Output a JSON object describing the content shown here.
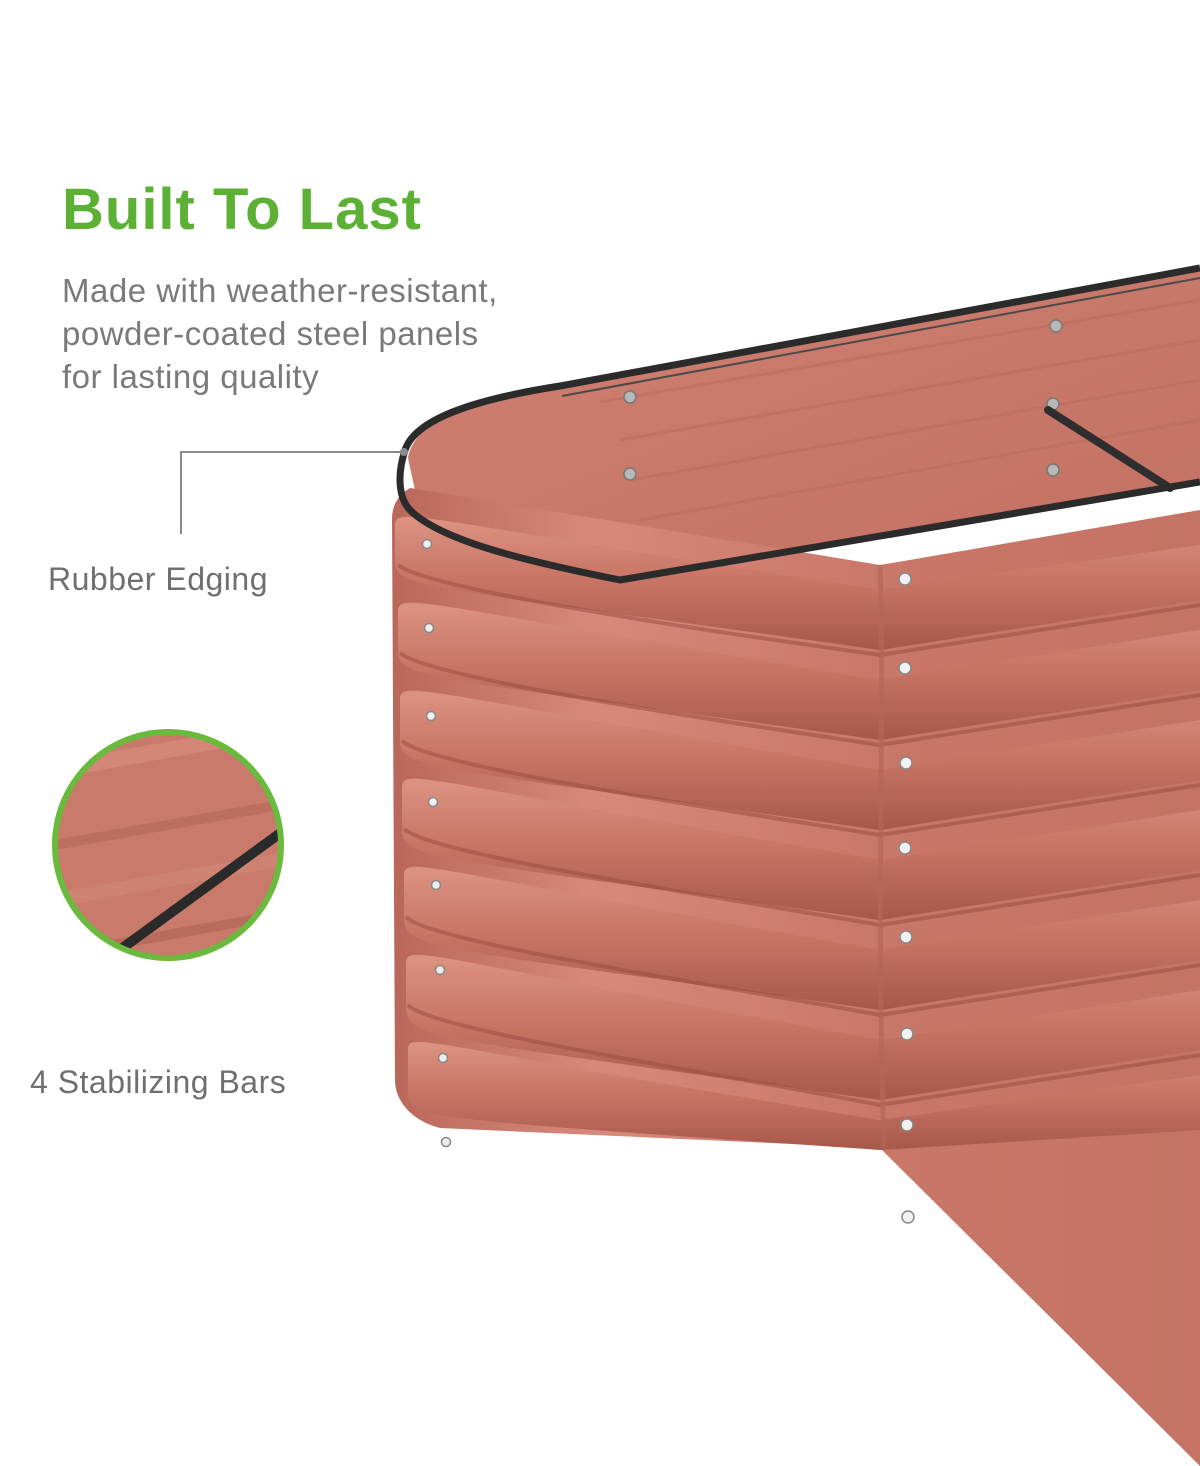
{
  "headline": {
    "title": "Built To Last",
    "description_lines": [
      "Made with weather-resistant,",
      "powder-coated steel panels",
      "for lasting quality"
    ]
  },
  "callouts": {
    "rubber_edging": "Rubber Edging",
    "stabilizing_bars": "4 Stabilizing Bars"
  },
  "colors": {
    "accent_green": "#5cb034",
    "text_gray": "#7a7a7a",
    "bed_terracotta": "#c9776a",
    "edging_black": "#2b2b2b"
  },
  "icons": {
    "zoom_inset": "stabilizing-bar-detail",
    "product": "raised-garden-bed"
  }
}
